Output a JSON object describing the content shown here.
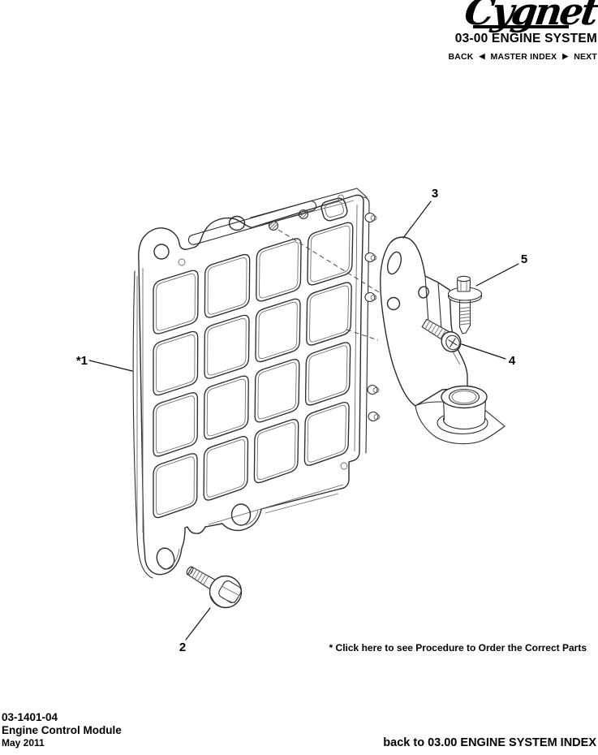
{
  "header": {
    "logo_text": "Cygnet",
    "section_title": "03-00 ENGINE SYSTEM",
    "nav": {
      "back_label": "BACK",
      "back_arrow": "◀",
      "master_index_label": "MASTER INDEX",
      "next_arrow": "▶",
      "next_label": "NEXT"
    }
  },
  "diagram": {
    "callouts": [
      {
        "label": "*1"
      },
      {
        "label": "2"
      },
      {
        "label": "3"
      },
      {
        "label": "4"
      },
      {
        "label": "5"
      }
    ],
    "note_link_label": "* Click here to see Procedure to Order the Correct Parts"
  },
  "footer": {
    "document_number": "03-1401-04",
    "document_title": "Engine Control Module",
    "date": "May 2011",
    "index_link_label": "back to 03.00 ENGINE SYSTEM INDEX"
  },
  "colors": {
    "ink": "#000000",
    "line_art": "#2d2d2d",
    "background": "#ffffff"
  }
}
